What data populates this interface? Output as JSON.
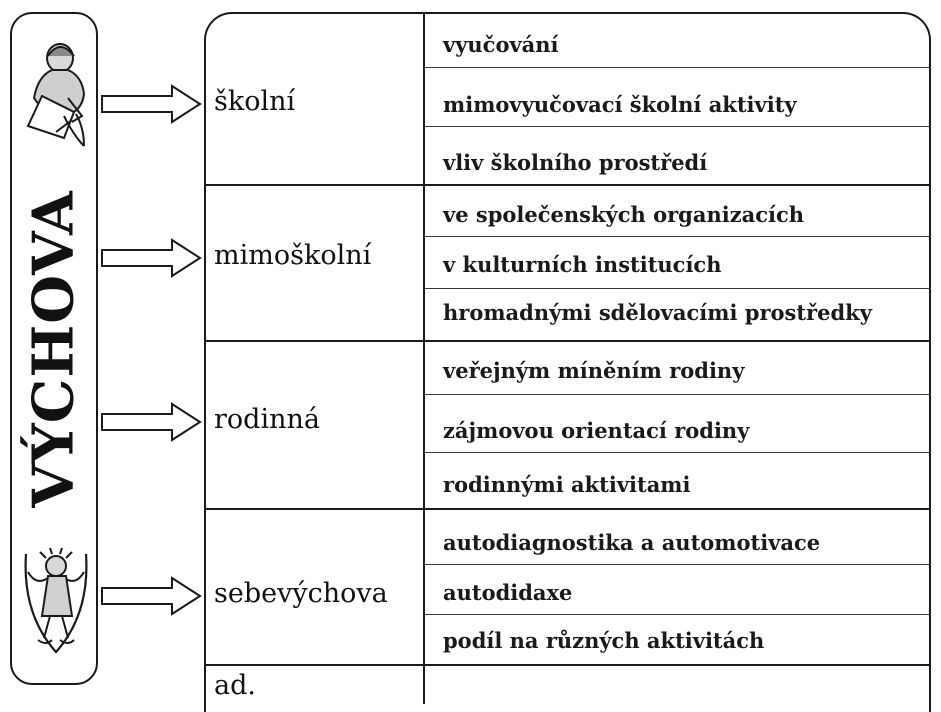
{
  "title": "VÝCHOVA",
  "left_panel": {
    "top_icon": "student-writing-icon",
    "bottom_icon": "child-jumping-rope-icon"
  },
  "categories": [
    {
      "label": "školní",
      "items": [
        "vyučování",
        "mimovyučovací školní aktivity",
        "vliv školního prostředí"
      ]
    },
    {
      "label": "mimoškolní",
      "items": [
        "ve společenských organizacích",
        "v kulturních institucích",
        "hromadnými sdělovacími prostředky"
      ]
    },
    {
      "label": "rodinná",
      "items": [
        "veřejným míněním rodiny",
        "zájmovou orientací rodiny",
        "rodinnými aktivitami"
      ]
    },
    {
      "label": "sebevýchova",
      "items": [
        "autodiagnostika a automotivace",
        "autodidaxe",
        "podíl na různých aktivitách"
      ]
    }
  ],
  "footer_label": "ad.",
  "colors": {
    "ink": "#141414",
    "background": "#ffffff"
  }
}
